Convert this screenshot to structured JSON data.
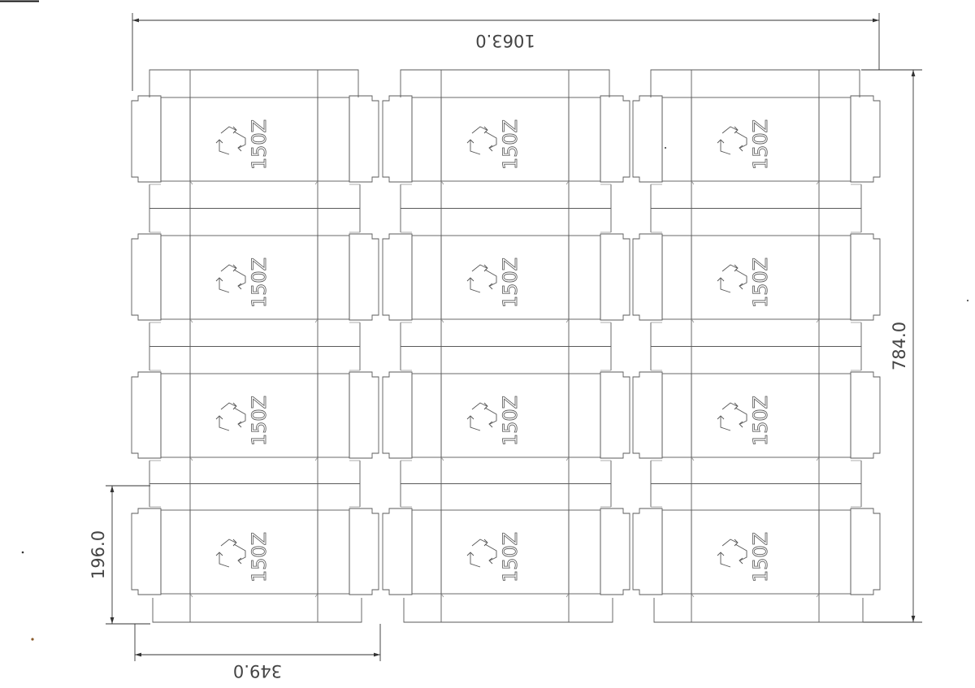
{
  "drawing": {
    "dimensions": {
      "overall_width": "1063.0",
      "overall_height": "784.0",
      "piece_width": "349.0",
      "piece_height": "196.0"
    },
    "grid": {
      "columns": 3,
      "rows": 4
    },
    "piece_label": "150Z",
    "piece_icon": "recycle-icon"
  }
}
